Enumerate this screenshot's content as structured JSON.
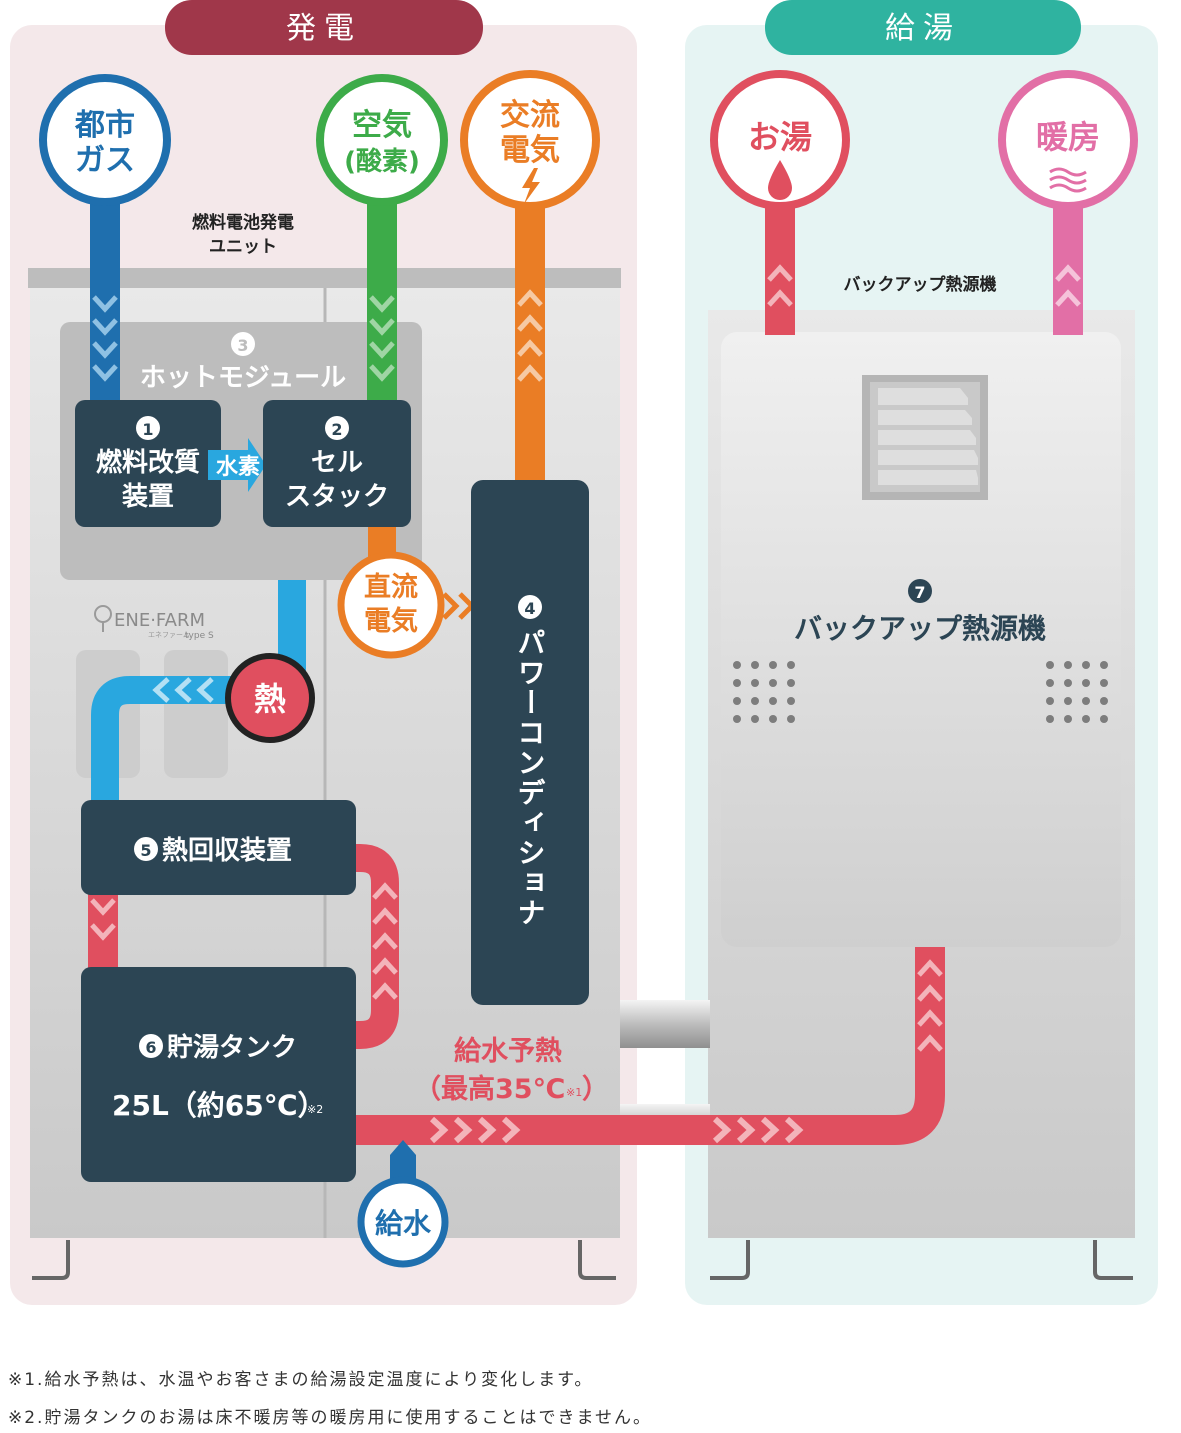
{
  "sections": {
    "generation": "発電",
    "hot_water": "給湯"
  },
  "inputs": {
    "city_gas": [
      "都市",
      "ガス"
    ],
    "air": [
      "空気",
      "(酸素)"
    ],
    "ac_power": [
      "交流",
      "電気"
    ],
    "hot_water_out": "お湯",
    "heating_out": "暖房"
  },
  "units": {
    "fuel_cell_unit": [
      "燃料電池発電",
      "ユニット"
    ],
    "backup_unit_label": "バックアップ熱源機"
  },
  "components": {
    "hot_module": {
      "num": "3",
      "label": "ホットモジュール"
    },
    "reformer": {
      "num": "1",
      "lines": [
        "燃料改質",
        "装置"
      ]
    },
    "hydrogen": "水素",
    "cell_stack": {
      "num": "2",
      "lines": [
        "セル",
        "スタック"
      ]
    },
    "dc_power": [
      "直流",
      "電気"
    ],
    "power_conditioner": {
      "num": "4",
      "label": "パワーコンディショナ"
    },
    "heat": "熱",
    "heat_recovery": {
      "num": "5",
      "label": "熱回収装置"
    },
    "storage_tank": {
      "num": "6",
      "label": "貯湯タンク",
      "capacity": "25L（約65℃）",
      "note_mark": "※2"
    },
    "backup_boiler": {
      "num": "7",
      "label": "バックアップ熱源機"
    },
    "preheat": {
      "line1": "給水予熱",
      "line2": "（最高35℃",
      "note_mark": "※1",
      "close": "）"
    },
    "water_supply": "給水"
  },
  "brand": {
    "name": "ENE·FARM",
    "sub": "エネファーム",
    "type": "type S"
  },
  "notes": [
    "※1.給水予熱は、水温やお客さまの給湯設定温度により変化します。",
    "※2.貯湯タンクのお湯は床不暖房等の暖房用に使用することはできません。"
  ],
  "colors": {
    "generation_bg": "#f4e8ea",
    "hot_water_bg": "#e8f5f4",
    "generation_header": "#a0374a",
    "hot_water_header": "#2fb3a0",
    "gas_blue": "#1f6fae",
    "air_green": "#3dab49",
    "ac_orange": "#ea7d25",
    "hot_red": "#e04f5f",
    "heating_pink": "#e26fa6",
    "heat_blue": "#29a7df",
    "dark_box": "#2c4554"
  }
}
